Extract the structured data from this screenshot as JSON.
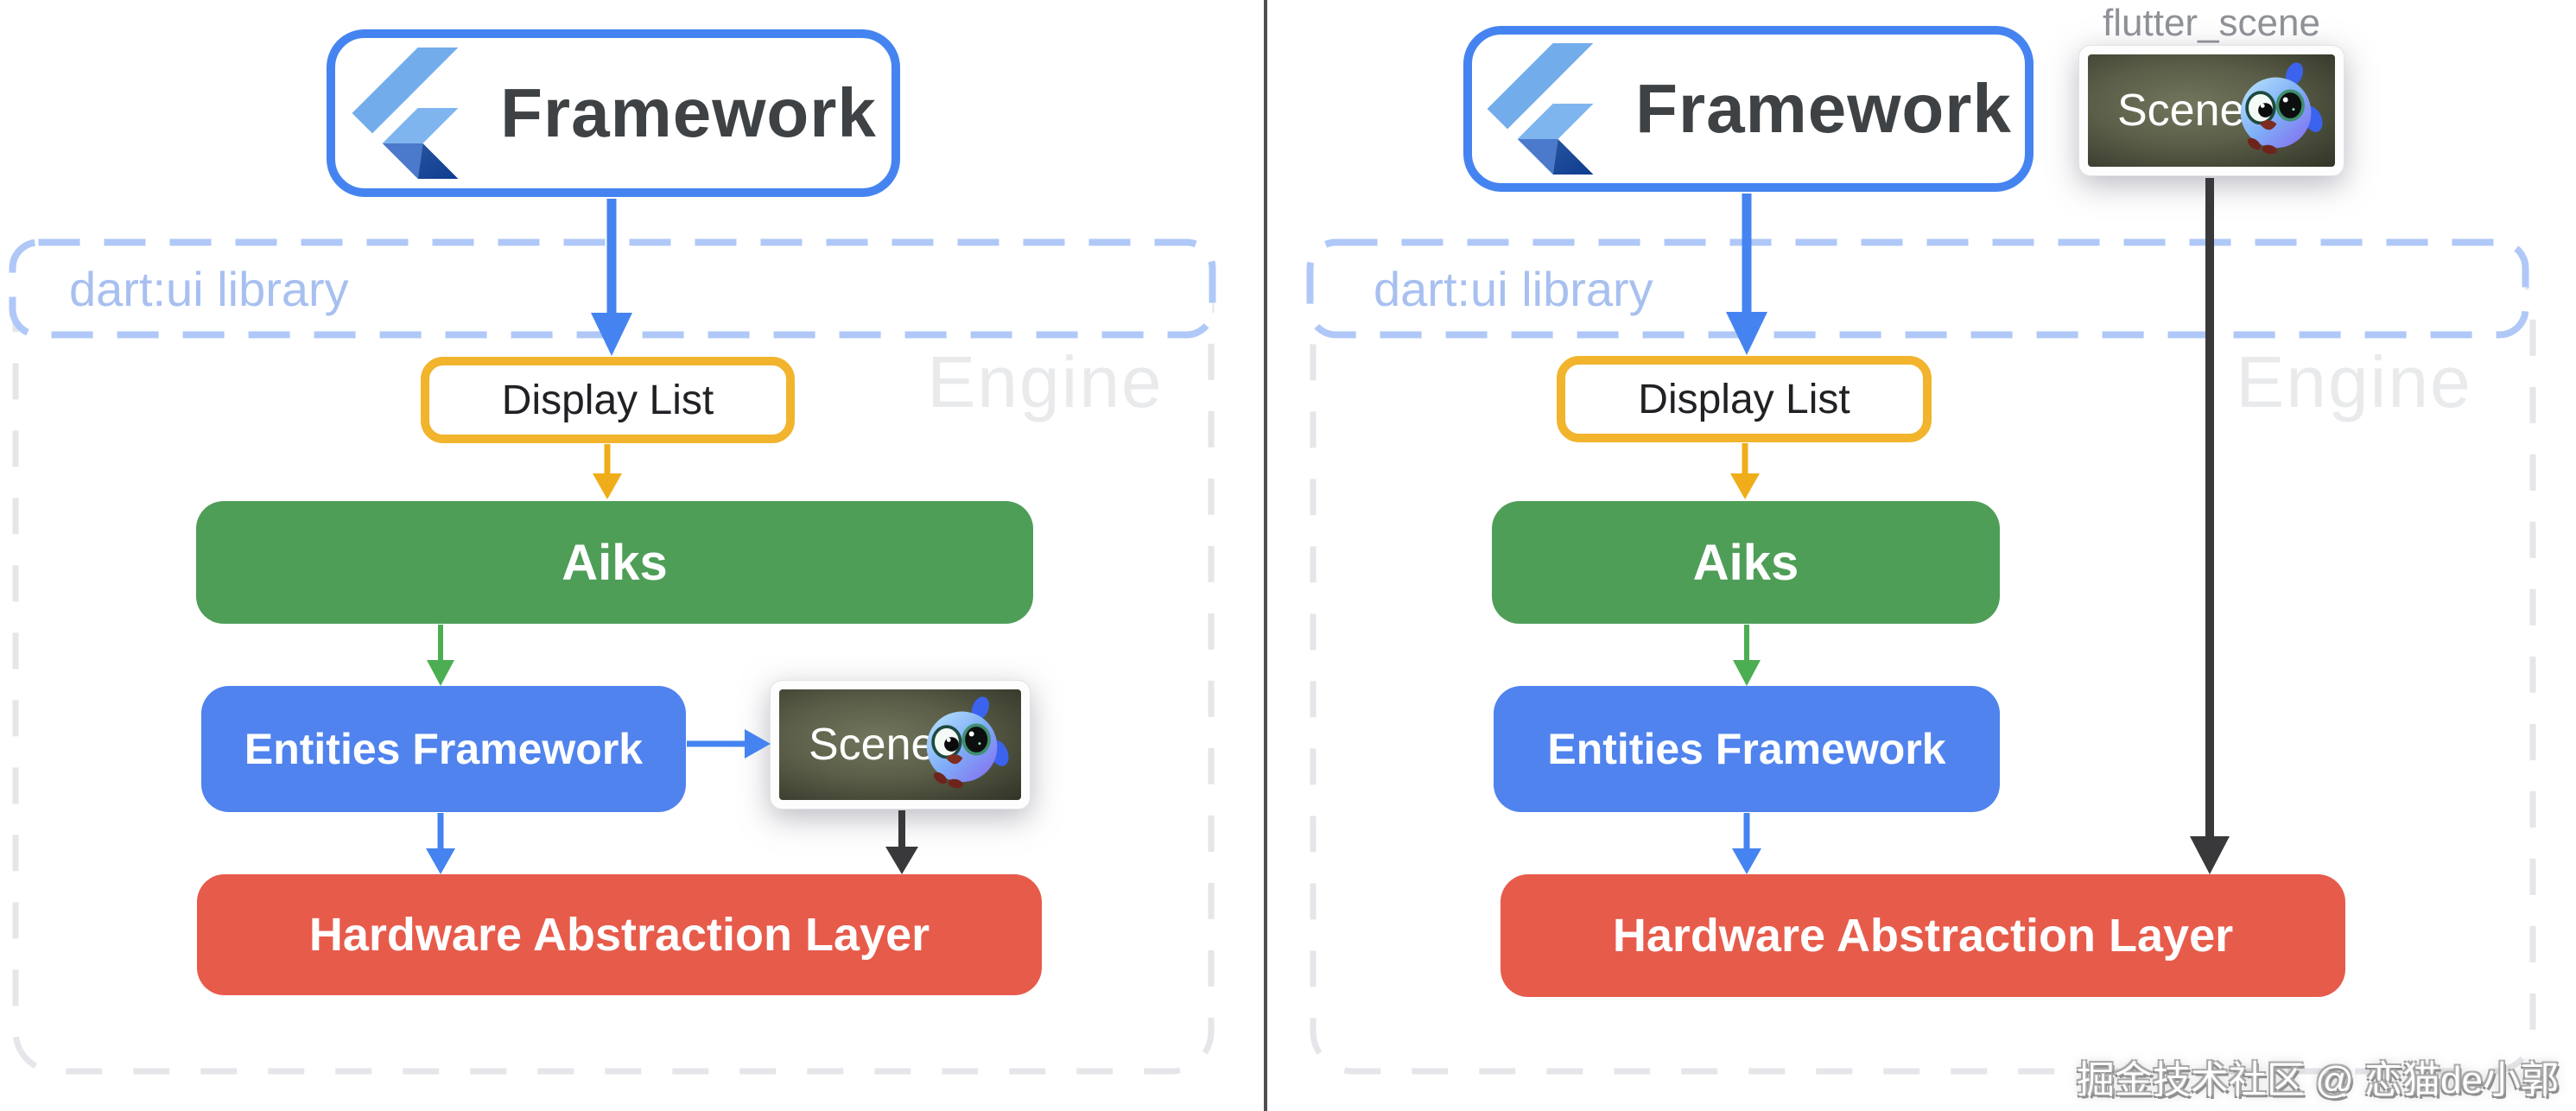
{
  "left_panel": {
    "framework_label": "Framework",
    "dartui_label": "dart:ui library",
    "engine_label": "Engine",
    "display_list_label": "Display List",
    "aiks_label": "Aiks",
    "entities_label": "Entities Framework",
    "scene_label": "Scene",
    "hal_label": "Hardware Abstraction Layer"
  },
  "right_panel": {
    "package_label": "flutter_scene",
    "framework_label": "Framework",
    "dartui_label": "dart:ui library",
    "engine_label": "Engine",
    "display_list_label": "Display List",
    "aiks_label": "Aiks",
    "entities_label": "Entities Framework",
    "scene_label": "Scene",
    "hal_label": "Hardware Abstraction Layer"
  },
  "watermark": "掘金技术社区 @ 恋猫de小郭",
  "colors": {
    "framework_blue": "#4584F0",
    "display_list_yellow": "#F2B42D",
    "aiks_green": "#4F9E58",
    "entities_blue": "#5083EE",
    "hal_red": "#E75B4B",
    "dartui_dash_blue": "#AFC8F7",
    "engine_dash_gray": "#E5E6E9",
    "scene_arrow_black": "#39393B"
  }
}
